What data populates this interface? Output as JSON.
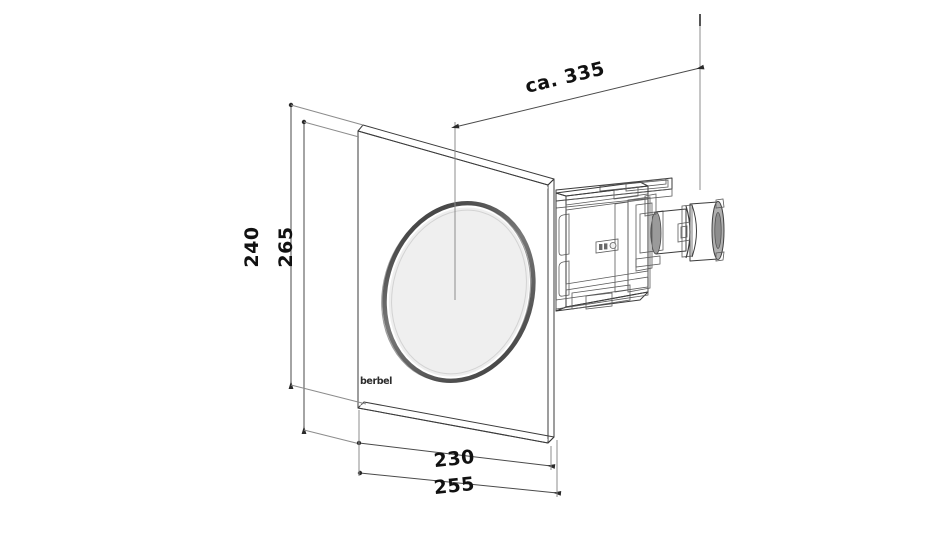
{
  "drawing": {
    "title": "berbel ceiling extractor unit — dimensioned technical drawing",
    "product_brand": "berbel",
    "view": "isometric exploded dimension drawing",
    "background_color": "#ffffff",
    "line_color": "#3b3b3b",
    "dimension_line_color": "#4a4a4a",
    "panel_face_color": "#ededed",
    "panel_edge_color": "#c9c9c9",
    "housing_color": "#9a9a9a",
    "housing_dark_color": "#6f6f6f"
  },
  "dimensions": {
    "height_inner": {
      "value": "240",
      "unit": "mm",
      "orientation": "vertical",
      "position": "left-inner"
    },
    "height_outer": {
      "value": "265",
      "unit": "mm",
      "orientation": "vertical",
      "position": "left-outer"
    },
    "width_inner": {
      "value": "230",
      "unit": "mm",
      "orientation": "horizontal",
      "position": "bottom-upper"
    },
    "width_outer": {
      "value": "255",
      "unit": "mm",
      "orientation": "horizontal",
      "position": "bottom-lower"
    },
    "depth": {
      "value": "ca. 335",
      "unit": "mm",
      "orientation": "diagonal",
      "position": "top-right"
    }
  },
  "components": {
    "front_panel": "front-cover-panel",
    "circular_recess": "circular-filter-recess",
    "housing_frame": "mounting-frame-housing",
    "motor_unit": "fan-motor-cylinder",
    "duct_connector": "duct-connector-ring",
    "mounting_rail": "mounting-rail",
    "bracket": "support-bracket"
  }
}
